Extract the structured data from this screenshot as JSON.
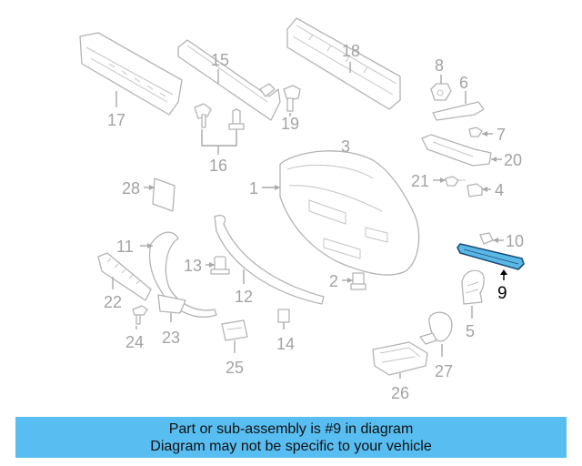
{
  "callouts": {
    "c1": "1",
    "c2": "2",
    "c3": "3",
    "c4": "4",
    "c5": "5",
    "c6": "6",
    "c7": "7",
    "c8": "8",
    "c9": "9",
    "c10": "10",
    "c11": "11",
    "c12": "12",
    "c13": "13",
    "c14": "14",
    "c15": "15",
    "c16": "16",
    "c17": "17",
    "c18": "18",
    "c19": "19",
    "c20": "20",
    "c21": "21",
    "c22": "22",
    "c23": "23",
    "c24": "24",
    "c25": "25",
    "c26": "26",
    "c27": "27",
    "c28": "28"
  },
  "highlighted_part": "9",
  "colors": {
    "highlight_fill": "#5bb8e6",
    "banner": "#58bdf0",
    "line": "#b3b3b3"
  },
  "banner": {
    "line1": "Part or sub-assembly is #9 in diagram",
    "line2": "Diagram may not be specific to your vehicle"
  }
}
